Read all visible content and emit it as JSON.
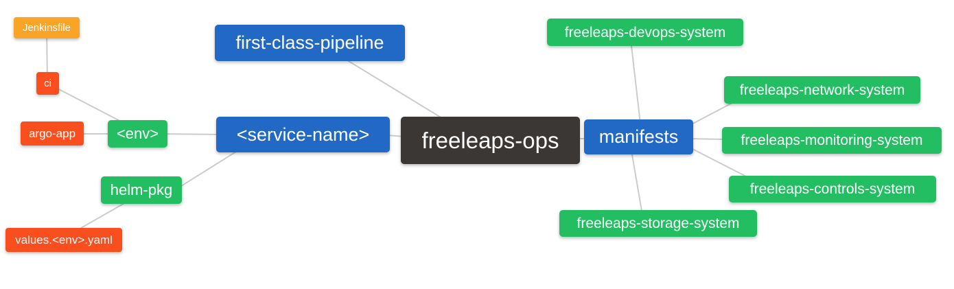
{
  "diagram": {
    "type": "mindmap",
    "background": "#FFFFFF",
    "edge_color": "#CCCCCC",
    "palette": {
      "root_dark": "#3B3735",
      "branch_blue": "#2268C5",
      "leaf_green": "#24BE62",
      "leaf_orange": "#F9A426",
      "leaf_red": "#F94E1E",
      "node_text": "#FFFFFF"
    },
    "nodes": [
      {
        "id": "freeleaps-ops",
        "label": "freeleaps-ops",
        "role": "root",
        "color": "#3B3735"
      },
      {
        "id": "first-class-pipeline",
        "label": "first-class-pipeline",
        "role": "branch",
        "color": "#2268C5"
      },
      {
        "id": "service-name",
        "label": "<service-name>",
        "role": "branch",
        "color": "#2268C5"
      },
      {
        "id": "manifests",
        "label": "manifests",
        "role": "branch",
        "color": "#2268C5"
      },
      {
        "id": "env",
        "label": "<env>",
        "role": "sub",
        "color": "#24BE62"
      },
      {
        "id": "helm-pkg",
        "label": "helm-pkg",
        "role": "sub",
        "color": "#24BE62"
      },
      {
        "id": "jenkinsfile",
        "label": "Jenkinsfile",
        "role": "leaf",
        "color": "#F9A426"
      },
      {
        "id": "ci",
        "label": "ci",
        "role": "leaf",
        "color": "#F94E1E"
      },
      {
        "id": "argo-app",
        "label": "argo-app",
        "role": "leaf",
        "color": "#F94E1E"
      },
      {
        "id": "values-env-yaml",
        "label": "values.<env>.yaml",
        "role": "leaf",
        "color": "#F94E1E"
      },
      {
        "id": "freeleaps-devops-system",
        "label": "freeleaps-devops-system",
        "role": "leaf",
        "color": "#24BE62"
      },
      {
        "id": "freeleaps-network-system",
        "label": "freeleaps-network-system",
        "role": "leaf",
        "color": "#24BE62"
      },
      {
        "id": "freeleaps-monitoring-system",
        "label": "freeleaps-monitoring-system",
        "role": "leaf",
        "color": "#24BE62"
      },
      {
        "id": "freeleaps-controls-system",
        "label": "freeleaps-controls-system",
        "role": "leaf",
        "color": "#24BE62"
      },
      {
        "id": "freeleaps-storage-system",
        "label": "freeleaps-storage-system",
        "role": "leaf",
        "color": "#24BE62"
      }
    ],
    "edges": [
      {
        "from": "jenkinsfile",
        "to": "ci"
      },
      {
        "from": "ci",
        "to": "env"
      },
      {
        "from": "argo-app",
        "to": "env"
      },
      {
        "from": "env",
        "to": "service-name"
      },
      {
        "from": "helm-pkg",
        "to": "service-name"
      },
      {
        "from": "values-env-yaml",
        "to": "helm-pkg"
      },
      {
        "from": "first-class-pipeline",
        "to": "freeleaps-ops"
      },
      {
        "from": "service-name",
        "to": "freeleaps-ops"
      },
      {
        "from": "freeleaps-ops",
        "to": "manifests"
      },
      {
        "from": "manifests",
        "to": "freeleaps-devops-system"
      },
      {
        "from": "manifests",
        "to": "freeleaps-network-system"
      },
      {
        "from": "manifests",
        "to": "freeleaps-monitoring-system"
      },
      {
        "from": "manifests",
        "to": "freeleaps-controls-system"
      },
      {
        "from": "manifests",
        "to": "freeleaps-storage-system"
      }
    ]
  }
}
